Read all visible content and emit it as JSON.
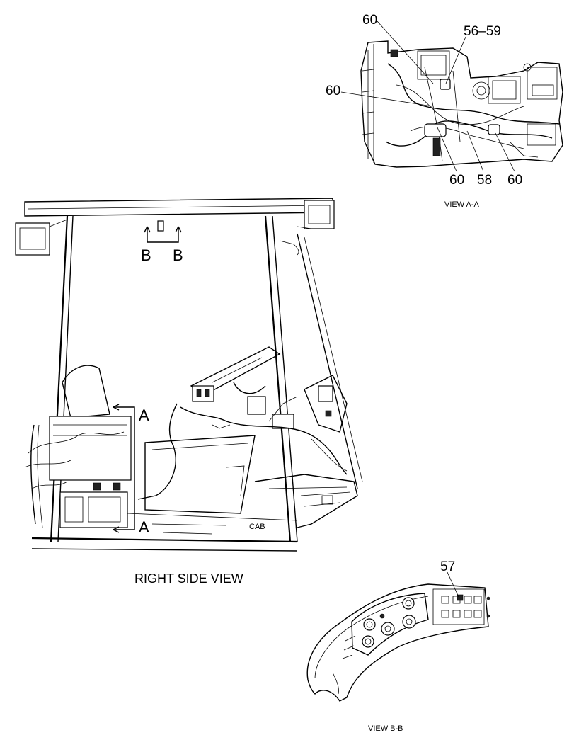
{
  "views": {
    "view_aa": {
      "caption": "VIEW A-A",
      "callouts": [
        "60",
        "56–59",
        "60",
        "60",
        "58",
        "60"
      ]
    },
    "right_side": {
      "caption": "RIGHT SIDE VIEW",
      "section_b_left": "B",
      "section_b_right": "B",
      "section_a_top": "A",
      "section_a_bottom": "A",
      "cab_label": "CAB"
    },
    "view_bb": {
      "caption": "VIEW B-B",
      "callouts": [
        "57"
      ]
    }
  }
}
